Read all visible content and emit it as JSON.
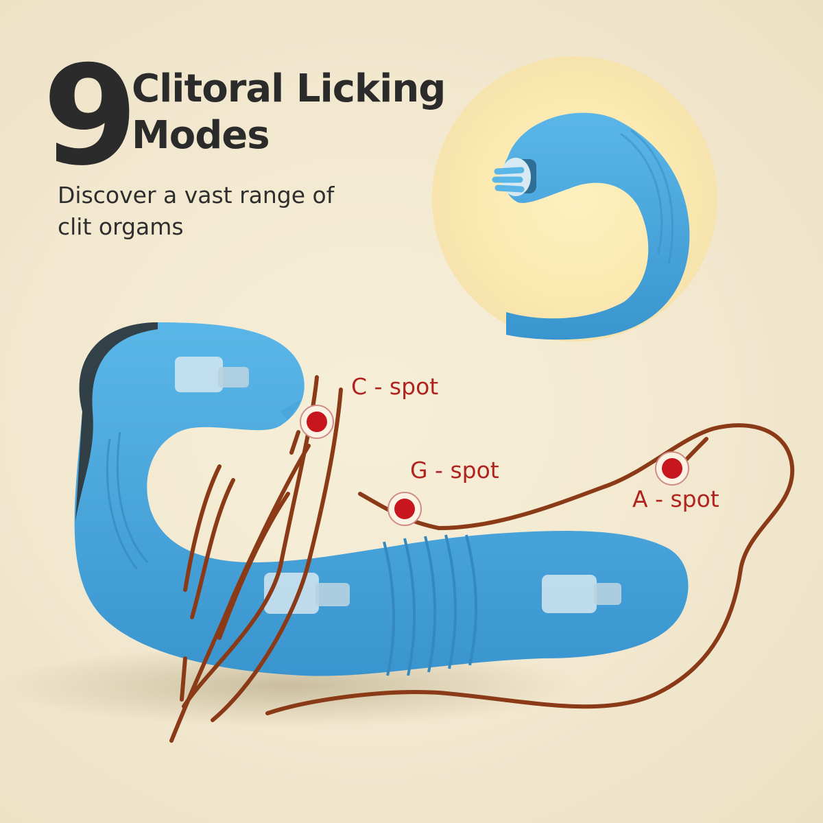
{
  "headline": {
    "number": "9",
    "line1": "Clitoral Licking",
    "line2": "Modes"
  },
  "subtitle": {
    "line1": "Discover a vast range of",
    "line2": "clit orgams"
  },
  "spots": {
    "c": "C - spot",
    "g": "G - spot",
    "a": "A - spot"
  },
  "colors": {
    "background": "#f2e8cf",
    "product": "#4aa6dc",
    "accent_red": "#c8161e",
    "anatomy_line": "#8b3a17",
    "text": "#2b2b2b",
    "zoom_circle": "#fbeab0"
  },
  "icons": [
    "licking-tongue-detail",
    "motor-icon"
  ]
}
